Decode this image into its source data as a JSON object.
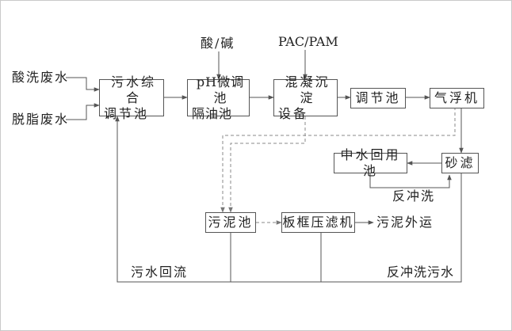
{
  "inputs": {
    "acid_wash": "酸洗废水",
    "degrease": "脱脂废水",
    "acid_alkali": "酸/碱",
    "pac_pam": "PAC/PAM"
  },
  "nodes": {
    "equalization": [
      "污水综合",
      "调节池"
    ],
    "ph_tank": [
      "pH微调池",
      "隔油池"
    ],
    "coag": [
      "混凝沉淀",
      "设备"
    ],
    "adjust": "调节池",
    "flotation": "气浮机",
    "sand_filter": "砂滤",
    "reuse": "中水回用池",
    "sludge_tank": "污泥池",
    "filter_press": "板框压滤机"
  },
  "labels": {
    "backwash": "反冲洗",
    "sludge_out": "污泥外运",
    "return": "污水回流",
    "backwash_sewage": "反冲洗污水"
  },
  "colors": {
    "line": "#555555",
    "dashed": "#888888"
  }
}
